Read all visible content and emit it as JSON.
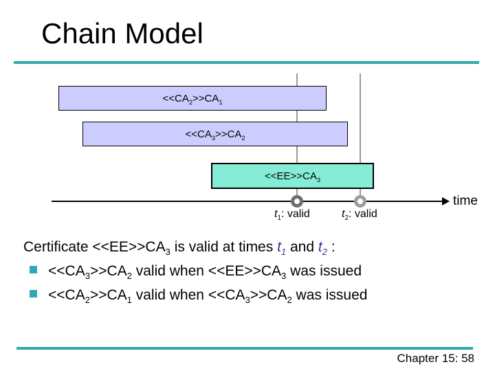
{
  "title": "Chain Model",
  "colors": {
    "accent_teal": "#2FA8AE",
    "bar_lavender": "#CCCCFF",
    "bar_mint": "#85EDD6",
    "guideline_gray": "#9A9A9A",
    "marker_t1_gray": "#6E6E6E",
    "marker_t2_gray": "#9E9E9E",
    "time_var_blue": "#333399",
    "bullet_teal": "#2FA8B8"
  },
  "bars": [
    {
      "p1": "<<CA",
      "s1": "2",
      "p2": ">>CA",
      "s2": "1"
    },
    {
      "p1": "<<CA",
      "s1": "3",
      "p2": ">>CA",
      "s2": "2"
    },
    {
      "p1": "<<EE>>CA",
      "s1": "3",
      "p2": "",
      "s2": ""
    }
  ],
  "timeline": {
    "time_label": "time",
    "t1": {
      "v": "t",
      "sub": "1",
      "rest": ": valid"
    },
    "t2": {
      "v": "t",
      "sub": "2",
      "rest": ": valid"
    }
  },
  "body": {
    "line1": {
      "p1": "Certificate <<EE>>CA",
      "s1": "3",
      "p2": " is valid at times ",
      "v1": "t",
      "v1s": "1",
      "p3": " and ",
      "v2": "t",
      "v2s": "2",
      "p4": " :"
    },
    "bullet1": {
      "p1": "<<CA",
      "s1": "3",
      "p2": ">>CA",
      "s2": "2",
      "p3": " valid when <<EE>>CA",
      "s3": "3",
      "p4": " was issued"
    },
    "bullet2": {
      "p1": "<<CA",
      "s1": "2",
      "p2": ">>CA",
      "s2": "1",
      "p3": " valid when <<CA",
      "s3": "3",
      "p4": ">>CA",
      "s4": "2",
      "p5": " was issued"
    }
  },
  "footer": {
    "page_label": "Chapter 15: 58"
  }
}
